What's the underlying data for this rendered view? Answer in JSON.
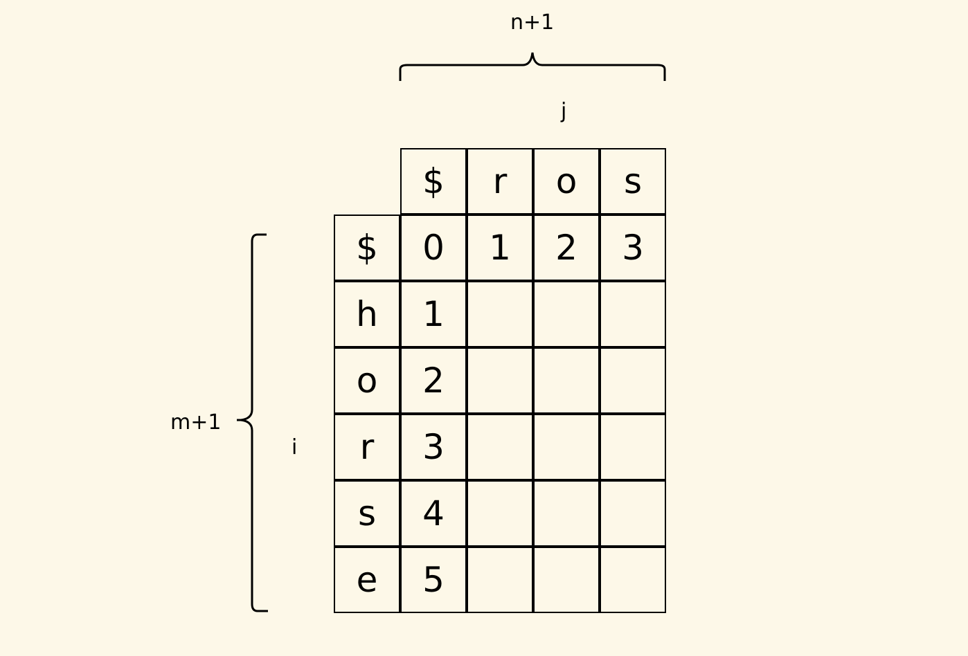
{
  "labels": {
    "top_brace": "n+1",
    "col_index": "j",
    "left_brace": "m+1",
    "row_index": "i"
  },
  "table": {
    "col_headers": [
      "$",
      "r",
      "o",
      "s"
    ],
    "row_headers": [
      "$",
      "h",
      "o",
      "r",
      "s",
      "e"
    ],
    "rows": [
      [
        "0",
        "1",
        "2",
        "3"
      ],
      [
        "1",
        "",
        "",
        ""
      ],
      [
        "2",
        "",
        "",
        ""
      ],
      [
        "3",
        "",
        "",
        ""
      ],
      [
        "4",
        "",
        "",
        ""
      ],
      [
        "5",
        "",
        "",
        ""
      ]
    ]
  },
  "colors": {
    "background": "#fdf8e8",
    "ink": "#000000"
  }
}
